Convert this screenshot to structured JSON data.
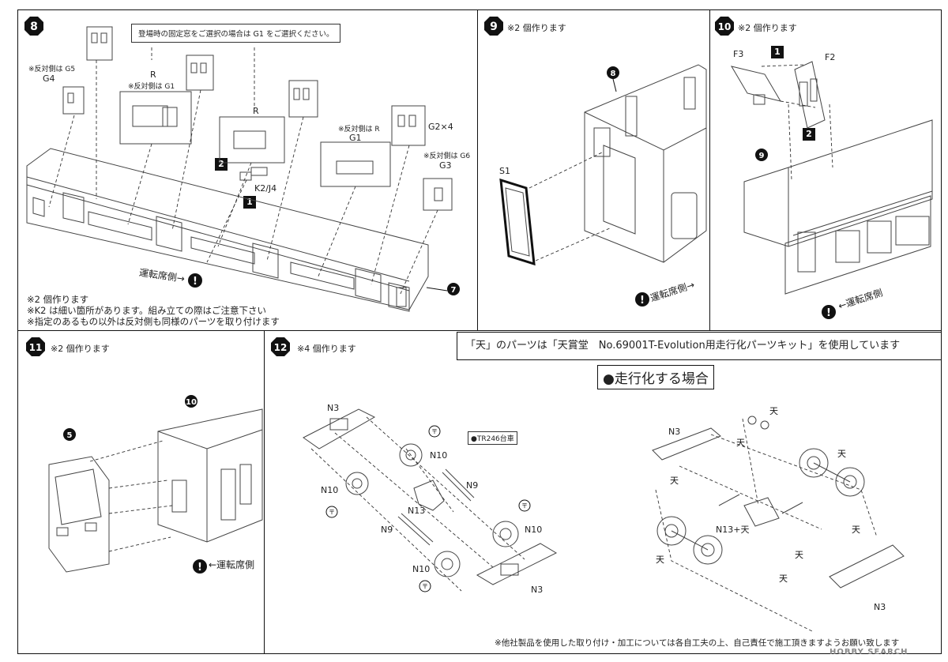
{
  "steps": {
    "s8": {
      "number": "8",
      "callout": "登場時の固定窓をご選択の場合は G1 をご選択ください。",
      "labels": {
        "g4_note": "※反対側は G5",
        "g4": "G4",
        "r1": "R",
        "r1_note": "※反対側は G1",
        "r2": "R",
        "g1_note": "※反対側は R",
        "g1": "G1",
        "g2": "G2×4",
        "g3_note": "※反対側は G6",
        "g3": "G3",
        "k2j4": "K2/J4",
        "cab_side": "運転席側→",
        "ref7": "7",
        "badge1": "1",
        "badge2": "2"
      },
      "notes": [
        "※2 個作ります",
        "※K2 は細い箇所があります。組み立ての際はご注意下さい",
        "※指定のあるもの以外は反対側も同様のパーツを取り付けます"
      ]
    },
    "s9": {
      "number": "9",
      "note": "※2 個作ります",
      "s1": "S1",
      "ref8": "8",
      "cab_side": "運転席側→"
    },
    "s10": {
      "number": "10",
      "note": "※2 個作ります",
      "f3": "F3",
      "f2": "F2",
      "ref9": "9",
      "cab_side": "←運転席側",
      "badge1": "1",
      "badge2": "2"
    },
    "s11": {
      "number": "11",
      "note": "※2 個作ります",
      "ref10": "10",
      "ref5": "5",
      "cab_side": "←運転席側"
    },
    "s12": {
      "number": "12",
      "note": "※4 個作ります",
      "truck_tag": "●TR246台車",
      "n3a": "N3",
      "n10a": "N10",
      "n9a": "N9",
      "n10b": "N10",
      "n13": "N13",
      "n10c": "N10",
      "n9b": "N9",
      "n10d": "N10",
      "n3b": "N3",
      "mark": "〒"
    }
  },
  "banner": "「天」のパーツは「天賞堂　No.69001T-Evolution用走行化パーツキット」を使用しています",
  "running": {
    "title": "●走行化する場合",
    "n3a": "N3",
    "n13": "N13+天",
    "n3b": "N3",
    "ten": "天"
  },
  "footer": "※他社製品を使用した取り付け・加工については各自工夫の上、自己責任で施工頂きますようお願い致します",
  "watermark": "HOBBY SEARCH",
  "caution": "!"
}
